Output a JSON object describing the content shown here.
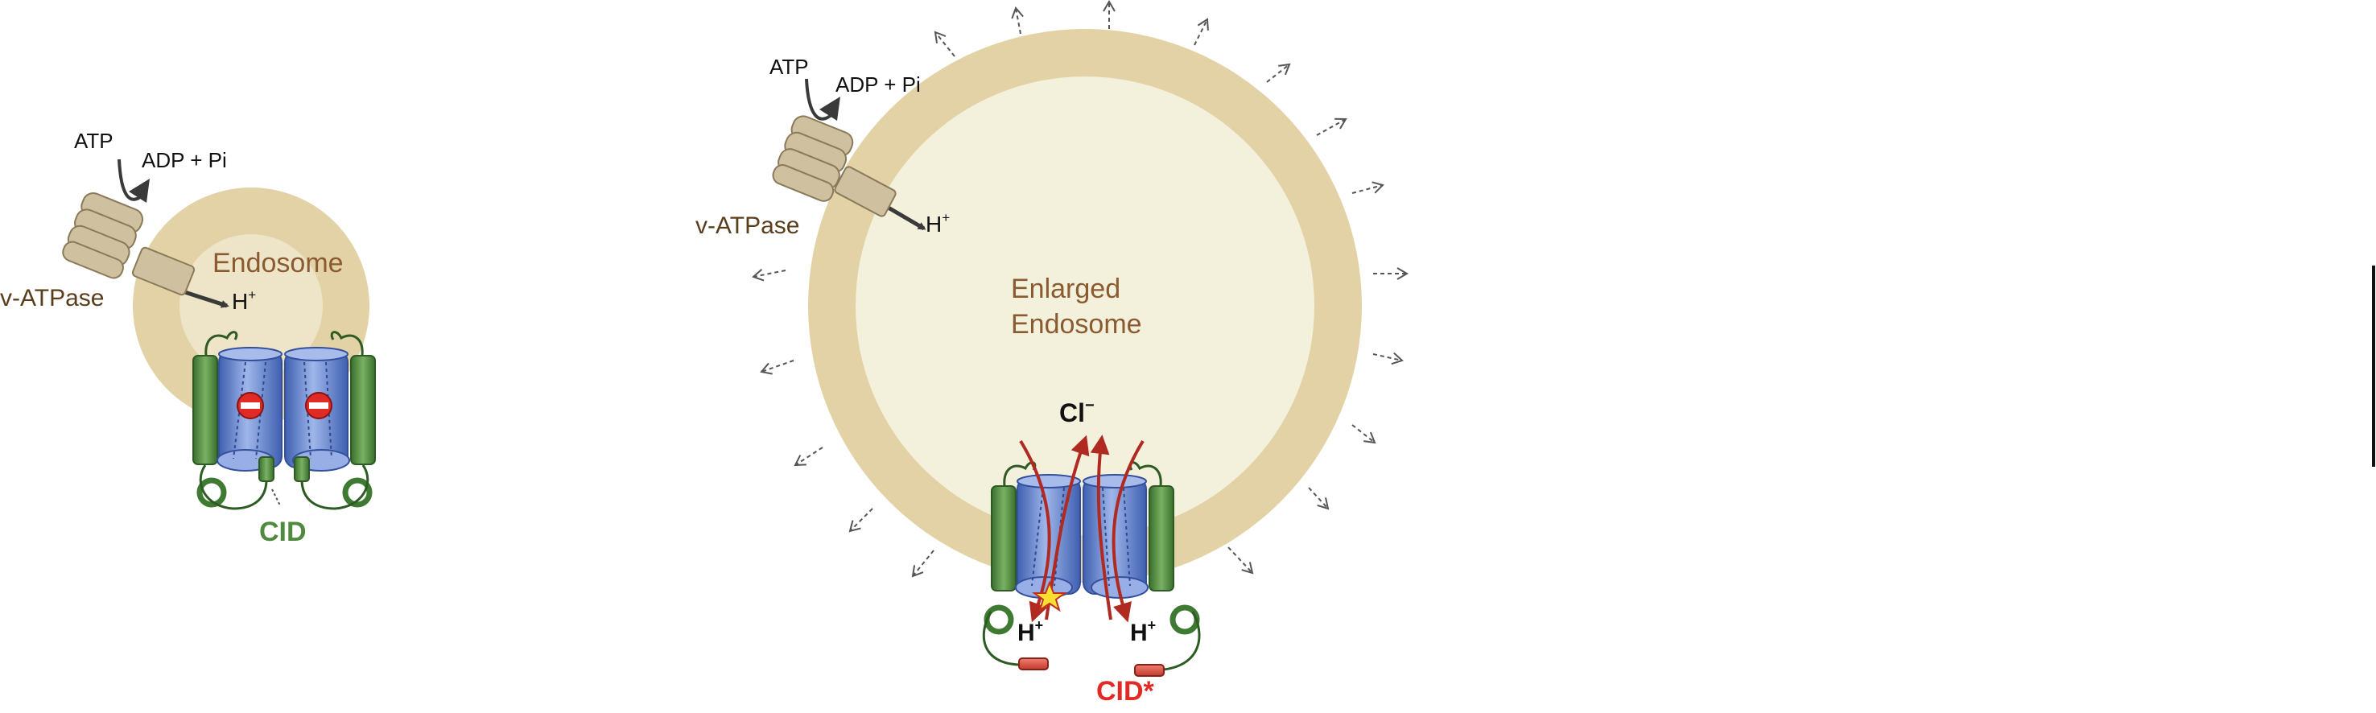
{
  "left_panel": {
    "atp": "ATP",
    "adp": "ADP + Pi",
    "pump": "v-ATPase",
    "proton": "H",
    "proton_sup": "+",
    "compartment": "Endosome",
    "domain": "CID"
  },
  "right_panel": {
    "atp": "ATP",
    "adp": "ADP + Pi",
    "pump": "v-ATPase",
    "proton": "H",
    "proton_sup": "+",
    "compartment_line1": "Enlarged",
    "compartment_line2": "Endosome",
    "anion": "Cl",
    "anion_sup": "−",
    "proton_left": "H",
    "proton_left_sup": "+",
    "proton_right": "H",
    "proton_right_sup": "+",
    "domain": "CID*"
  },
  "colors": {
    "membrane": "#e2d2a6",
    "lumen_small": "#eee5c8",
    "lumen_large": "#f3f1dc",
    "compartment_text": "#8a5a30",
    "pump_text": "#5a3e1c",
    "channel_blue": "#5b7fd0",
    "helix_green": "#4e8a3e",
    "domain_green": "#4f8a3f",
    "arrow_red": "#b02a22",
    "label_red": "#e12a25",
    "atpase_body": "#cfc0a0"
  },
  "icons": [
    "v-atpase-icon",
    "clc-transporter-icon",
    "block-sign-icon",
    "swelling-arrow-icon",
    "star-icon"
  ]
}
